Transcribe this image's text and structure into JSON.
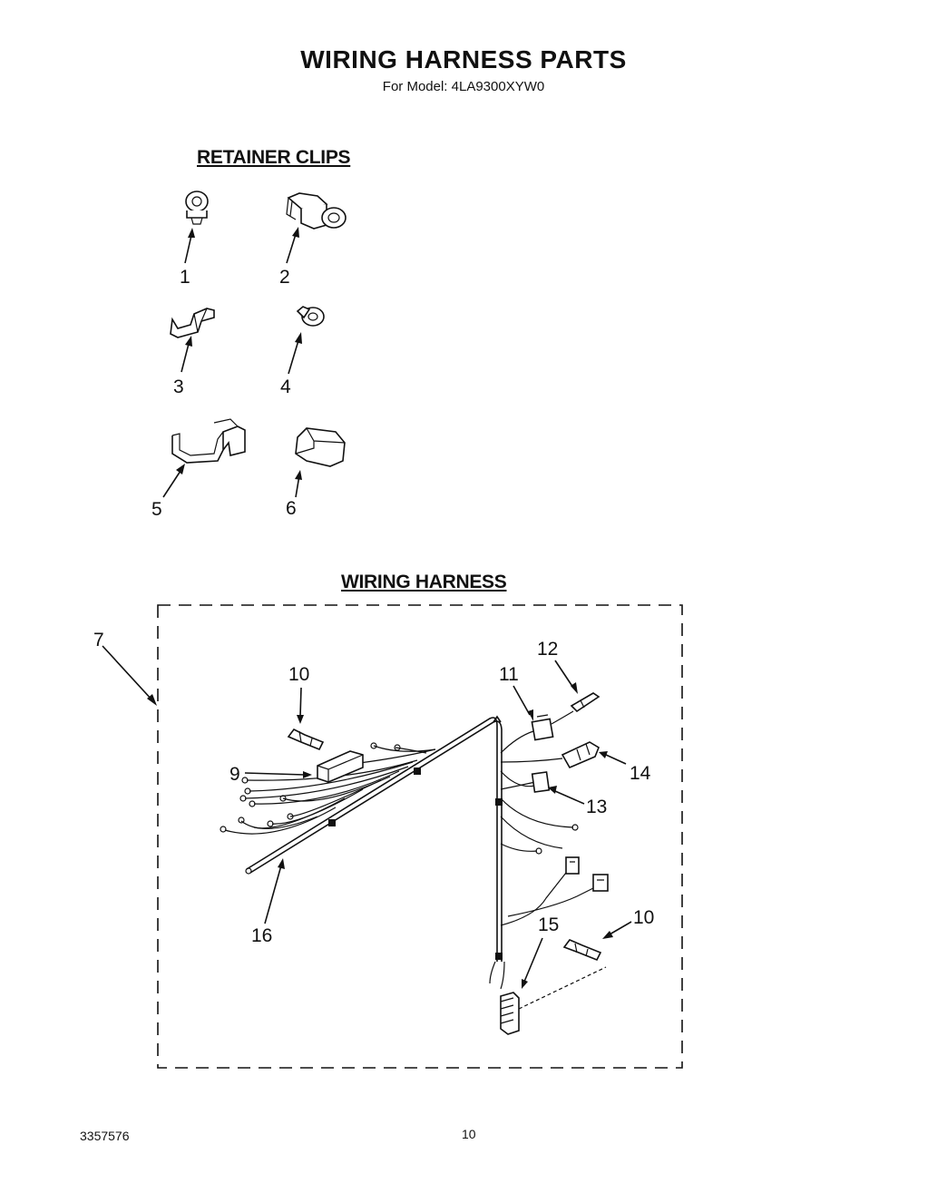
{
  "header": {
    "title": "WIRING HARNESS PARTS",
    "model": "For Model: 4LA9300XYW0"
  },
  "sections": {
    "retainer_clips": "RETAINER CLIPS",
    "wiring_harness": "WIRING HARNESS"
  },
  "callouts": {
    "clip1": "1",
    "clip2": "2",
    "clip3": "3",
    "clip4": "4",
    "clip5": "5",
    "clip6": "6",
    "harness_box": "7",
    "connector9": "9",
    "terminal10_top": "10",
    "terminal10_bottom": "10",
    "connector11": "11",
    "terminal12": "12",
    "connector13": "13",
    "connector14": "14",
    "connector15": "15",
    "conduit16": "16"
  },
  "footer": {
    "code": "3357576",
    "page": "10"
  }
}
